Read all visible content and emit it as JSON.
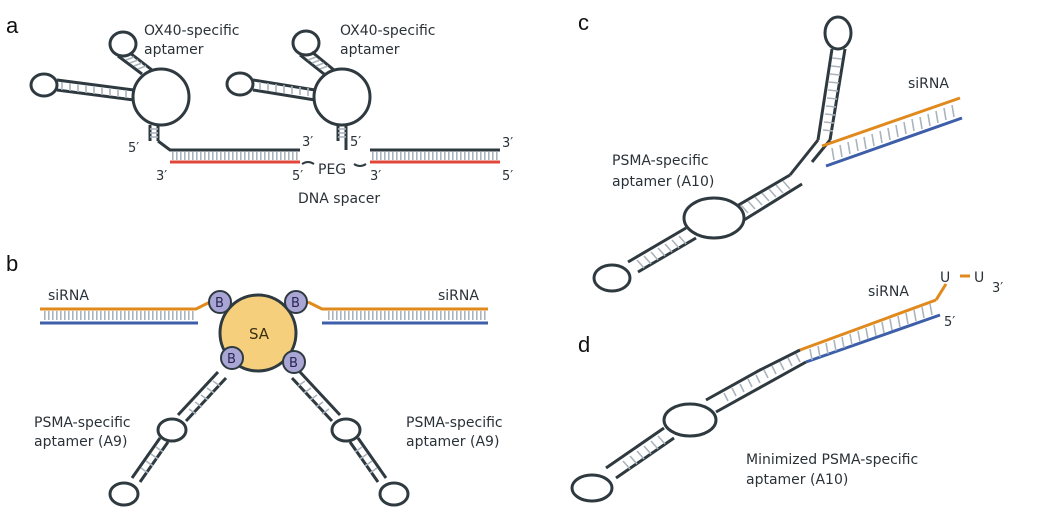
{
  "panels": {
    "a": "a",
    "b": "b",
    "c": "c",
    "d": "d"
  },
  "panel_a": {
    "aptamer_left": [
      "OX40-specific",
      "aptamer"
    ],
    "aptamer_right": [
      "OX40-specific",
      "aptamer"
    ],
    "end_5_left_top": "5′",
    "end_3_mid_top": "3′",
    "end_5_mid_top": "5′",
    "end_3_right_top": "3′",
    "end_3_left_bottom": "3′",
    "end_5_mid_bottom": "5′",
    "peg": "PEG",
    "end_3_mid_bottom": "3′",
    "end_5_right_bottom": "5′",
    "spacer": "DNA spacer"
  },
  "panel_b": {
    "sirna_left": "siRNA",
    "sirna_right": "siRNA",
    "core": "SA",
    "biotin": "B",
    "aptamer_left": [
      "PSMA-specific",
      "aptamer (A9)"
    ],
    "aptamer_right": [
      "PSMA-specific",
      "aptamer (A9)"
    ]
  },
  "panel_c": {
    "sirna": "siRNA",
    "aptamer": [
      "PSMA-specific",
      "aptamer (A10)"
    ]
  },
  "panel_d": {
    "sirna": "siRNA",
    "overhang_u1": "U",
    "overhang_u2": "U",
    "end_3": "3′",
    "end_5": "5′",
    "aptamer": [
      "Minimized PSMA-specific",
      "aptamer (A10)"
    ]
  },
  "colors": {
    "rna_strand": "#e08a1e",
    "dna_strand": "#3d5ea8",
    "red_strand": "#e0463a",
    "backbone": "#2f3a40",
    "rung": "#a9b4bd",
    "sa_fill": "#f6cf7d",
    "sa_stroke": "#2f3a40",
    "biotin_fill": "#a9a6d6"
  }
}
